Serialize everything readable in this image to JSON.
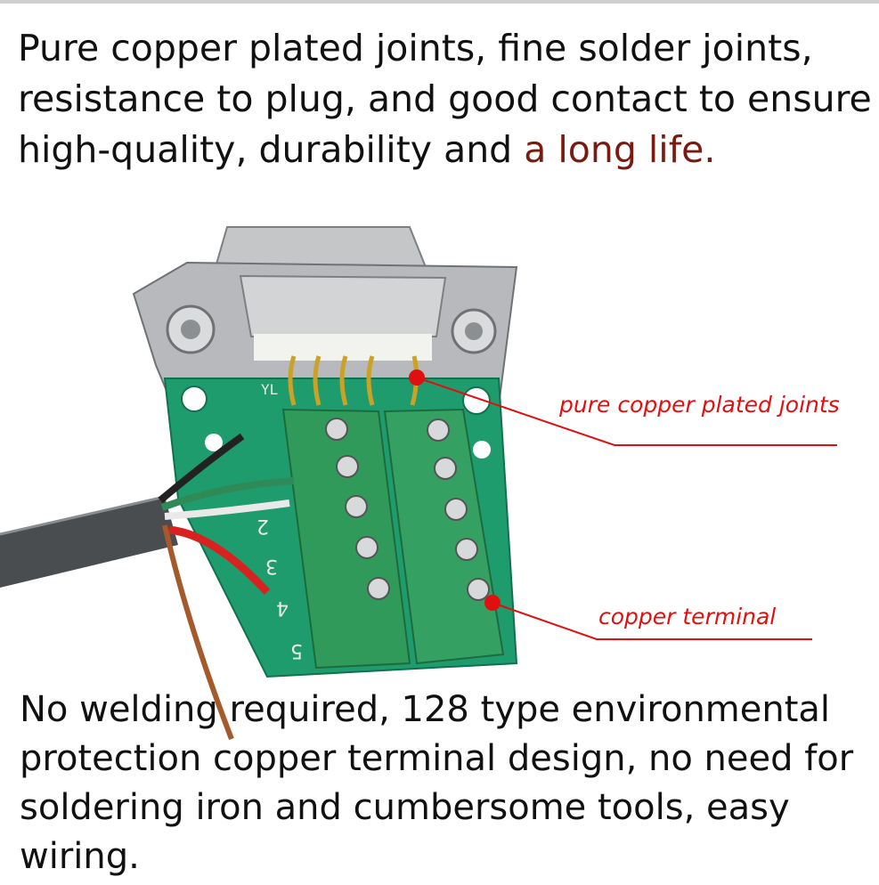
{
  "headline": {
    "text_main": "Pure copper plated joints, fine solder joints, resistance to plug, and good contact to ensure high-quality, durability and ",
    "text_accent": "a long life."
  },
  "callouts": {
    "joints": "pure copper plated joints",
    "terminal": "copper terminal"
  },
  "pcb": {
    "silkscreen": "YL",
    "pin_numbers": [
      "2",
      "3",
      "4",
      "5"
    ]
  },
  "footer": {
    "text": "No welding required, 128 type environmental protection copper terminal design, no need for soldering iron and cumbersome tools, easy wiring."
  },
  "colors": {
    "accent": "#7a1a10",
    "callout": "#e01010",
    "pcb_green": "#1f9c6e",
    "terminal_green": "#2f9a5a"
  }
}
